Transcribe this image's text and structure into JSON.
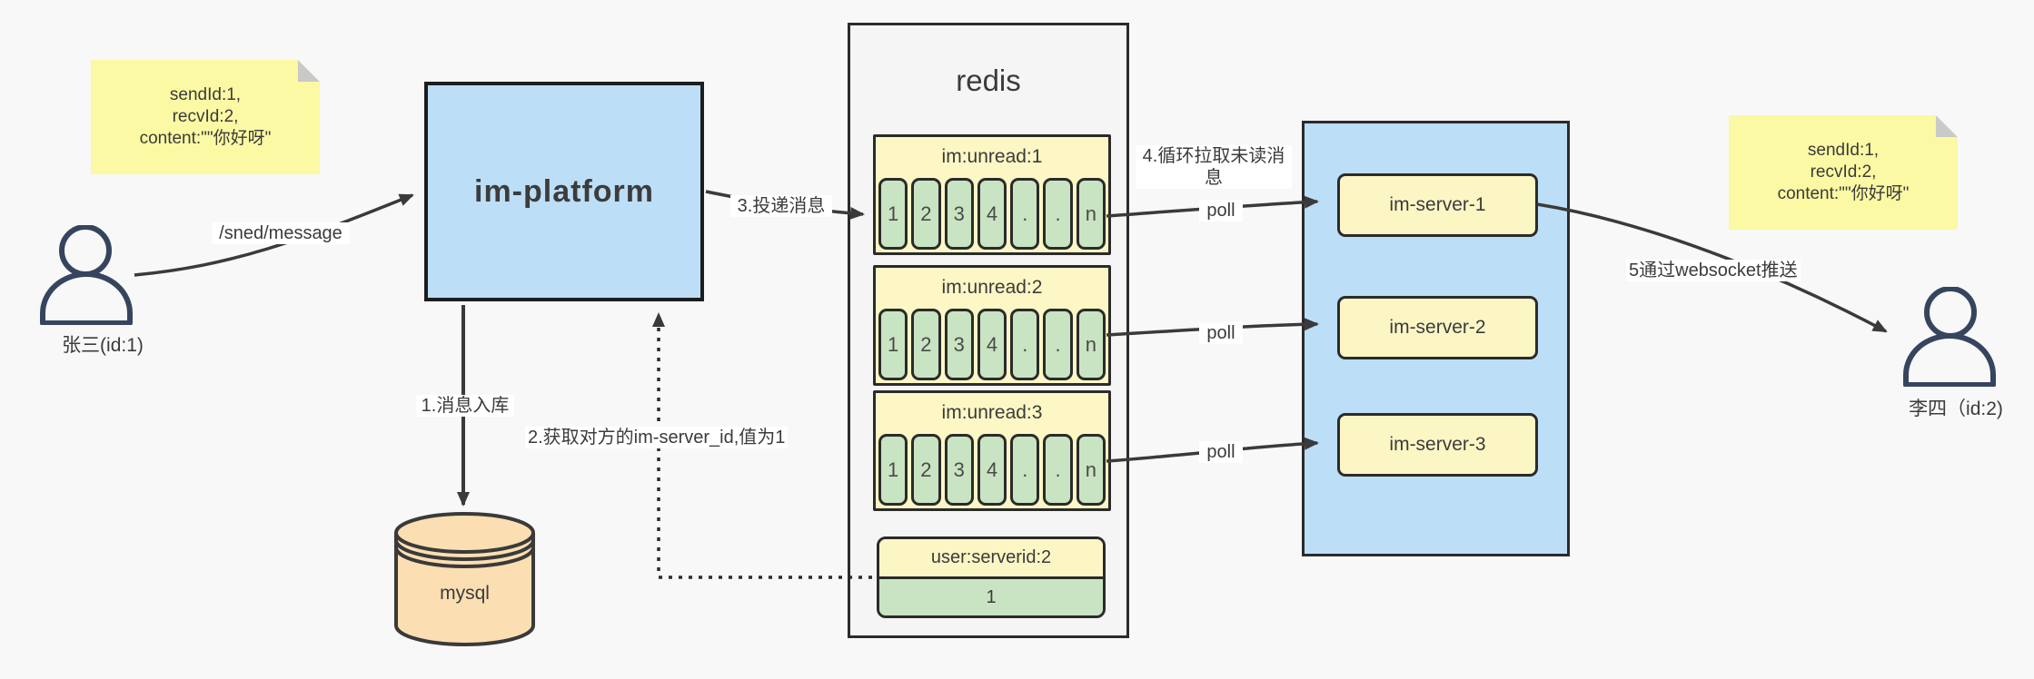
{
  "notes": {
    "left": {
      "line1": "sendId:1,",
      "line2": "recvId:2,",
      "line3": "content:\"\"你好呀\""
    },
    "right": {
      "line1": "sendId:1,",
      "line2": "recvId:2,",
      "line3": "content:\"\"你好呀\""
    }
  },
  "actors": {
    "sender": {
      "label": "张三(id:1)"
    },
    "receiver": {
      "label": "李四（id:2)"
    }
  },
  "platform": {
    "label": "im-platform"
  },
  "database": {
    "label": "mysql"
  },
  "redis": {
    "title": "redis",
    "queues": [
      {
        "name": "im:unread:1",
        "cells": [
          "1",
          "2",
          "3",
          "4",
          ".",
          ".",
          "n"
        ]
      },
      {
        "name": "im:unread:2",
        "cells": [
          "1",
          "2",
          "3",
          "4",
          ".",
          ".",
          "n"
        ]
      },
      {
        "name": "im:unread:3",
        "cells": [
          "1",
          "2",
          "3",
          "4",
          ".",
          ".",
          "n"
        ]
      }
    ],
    "kv": {
      "key": "user:serverid:2",
      "value": "1"
    }
  },
  "servers": [
    {
      "label": "im-server-1"
    },
    {
      "label": "im-server-2"
    },
    {
      "label": "im-server-3"
    }
  ],
  "edges": {
    "send_label": "/sned/message",
    "step1_label": "1.消息入库",
    "step2_label": "2.获取对方的im-server_id,值为1",
    "step3_label": "3.投递消息",
    "step4_label": "4.循环拉取未读消息",
    "step5_label": "5通过websocket推送",
    "poll_label": "poll"
  },
  "colors": {
    "note_yellow": "#fbf9a3",
    "panel_blue": "#bcdef6",
    "db_peach": "#fbdfb2",
    "box_yellow": "#fcf6c5",
    "cell_green": "#c9e4c2",
    "container_gray": "#f5f5f5",
    "arrow": "#3a3a3a"
  }
}
